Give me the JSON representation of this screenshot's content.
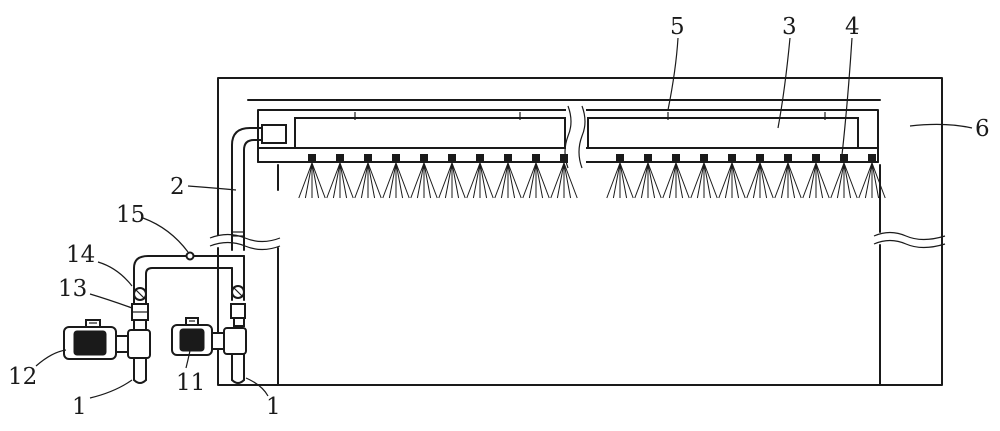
{
  "labels": {
    "l1a": "1",
    "l1b": "1",
    "l2": "2",
    "l3": "3",
    "l4": "4",
    "l5": "5",
    "l6": "6",
    "l11": "11",
    "l12": "12",
    "l13": "13",
    "l14": "14",
    "l15": "15"
  },
  "colors": {
    "line": "#1a1a1a",
    "background": "#ffffff"
  }
}
